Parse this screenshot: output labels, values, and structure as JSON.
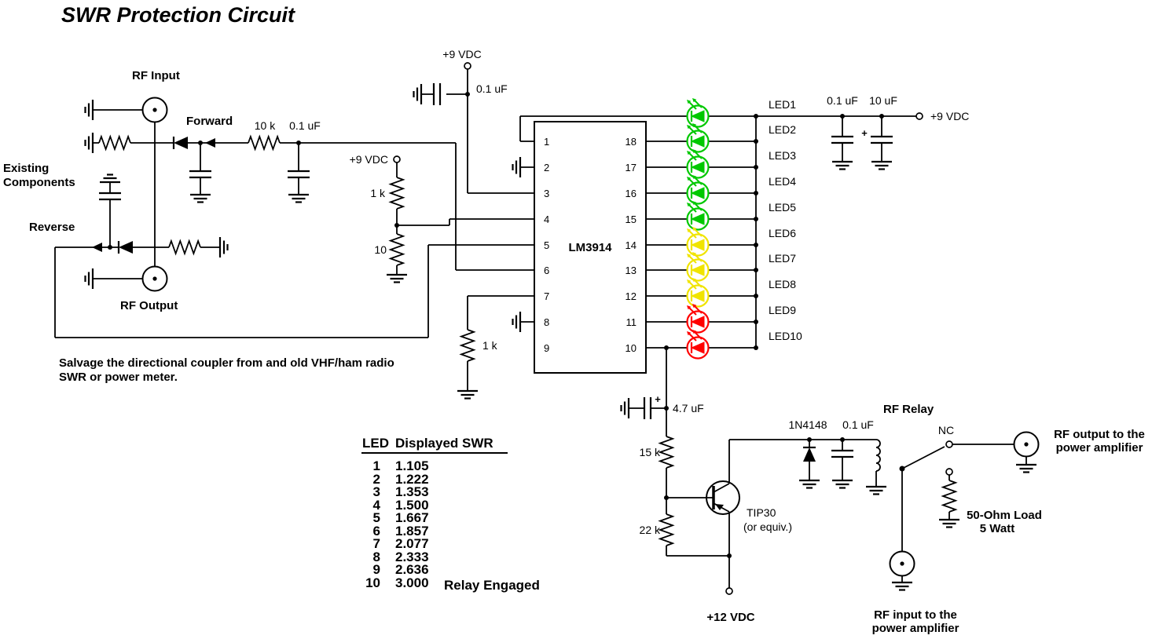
{
  "title": "SWR Protection Circuit",
  "colors": {
    "title": "#1111dd",
    "led_green": "#00c800",
    "led_yellow": "#f0e400",
    "led_red": "#ff0000"
  },
  "coupler": {
    "rf_input": "RF Input",
    "forward": "Forward",
    "reverse": "Reverse",
    "rf_output": "RF Output",
    "existing_line1": "Existing",
    "existing_line2": "Components",
    "r_forward": "10 k",
    "c_forward": "0.1 uF"
  },
  "supply": {
    "v9_top": "+9 VDC",
    "c_top": "0.1 uF",
    "v9_divider": "+9 VDC",
    "r_upper": "1 k",
    "r_lower": "10"
  },
  "ic": {
    "name": "LM3914",
    "left_pins": [
      "1",
      "2",
      "3",
      "4",
      "5",
      "6",
      "7",
      "8",
      "9"
    ],
    "right_pins": [
      "18",
      "17",
      "16",
      "15",
      "14",
      "13",
      "12",
      "11",
      "10"
    ],
    "r_ref": "1 k"
  },
  "leds": {
    "labels": [
      "LED1",
      "LED2",
      "LED3",
      "LED4",
      "LED5",
      "LED6",
      "LED7",
      "LED8",
      "LED9",
      "LED10"
    ],
    "c1": "0.1 uF",
    "c2": "10 uF",
    "c2_plus": "+",
    "v9": "+9 VDC"
  },
  "note": {
    "line1": "Salvage the directional coupler from and old VHF/ham radio",
    "line2": "SWR or power meter."
  },
  "table": {
    "header_led": "LED",
    "header_swr": "Displayed SWR",
    "rows": [
      {
        "led": "1",
        "swr": "1.105"
      },
      {
        "led": "2",
        "swr": "1.222"
      },
      {
        "led": "3",
        "swr": "1.353"
      },
      {
        "led": "4",
        "swr": "1.500"
      },
      {
        "led": "5",
        "swr": "1.667"
      },
      {
        "led": "6",
        "swr": "1.857"
      },
      {
        "led": "7",
        "swr": "2.077"
      },
      {
        "led": "8",
        "swr": "2.333"
      },
      {
        "led": "9",
        "swr": "2.636"
      },
      {
        "led": "10",
        "swr": "3.000"
      }
    ],
    "note": "Relay Engaged"
  },
  "driver": {
    "c_filter": "4.7 uF",
    "c_filter_plus": "+",
    "r_upper": "15 k",
    "r_lower": "22 k",
    "transistor": "TIP30",
    "transistor_note": "(or equiv.)",
    "diode": "1N4148",
    "c_relay": "0.1 uF",
    "relay": "RF Relay",
    "nc": "NC",
    "v12": "+12 VDC",
    "load_line1": "50-Ohm Load",
    "load_line2": "5 Watt",
    "rf_out_line1": "RF output to the",
    "rf_out_line2": "power amplifier",
    "rf_in_line1": "RF input to the",
    "rf_in_line2": "power amplifier"
  }
}
